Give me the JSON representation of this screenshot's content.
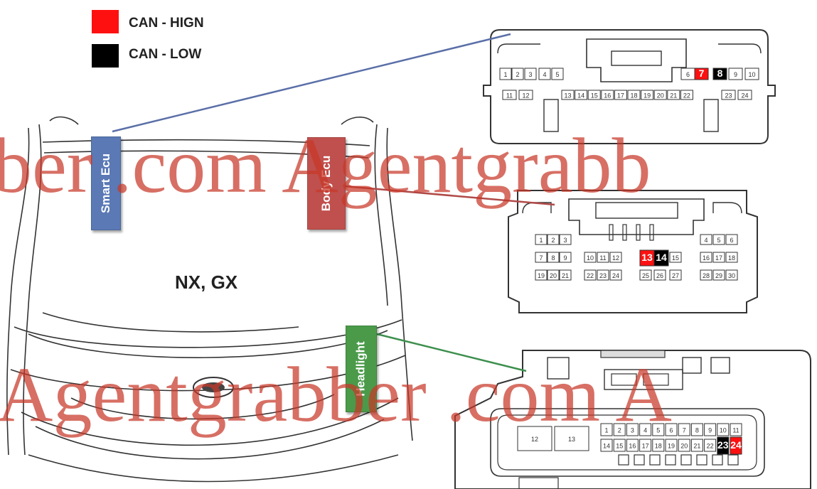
{
  "legend": {
    "high": {
      "label": "CAN - HIGN",
      "color": "#ff1010"
    },
    "low": {
      "label": "CAN - LOW",
      "color": "#000000"
    }
  },
  "model_label": "NX, GX",
  "ecus": {
    "smart": {
      "label": "Smart Ecu",
      "color": "#5a79b5",
      "line_color": "#5a6fa8"
    },
    "body": {
      "label": "Body Ecu",
      "color": "#c0504d",
      "line_color": "#b04a48"
    },
    "headlight": {
      "label": "Headlight",
      "color": "#4a9a4a",
      "line_color": "#3d8f4d"
    }
  },
  "connectors": {
    "smart": {
      "pins": [
        "1",
        "2",
        "3",
        "4",
        "5",
        "6",
        "7",
        "8",
        "9",
        "10",
        "11",
        "12",
        "13",
        "14",
        "15",
        "16",
        "17",
        "18",
        "19",
        "20",
        "21",
        "22",
        "23",
        "24"
      ],
      "can_high": "7",
      "can_low": "8"
    },
    "body": {
      "pins": [
        "1",
        "2",
        "3",
        "4",
        "5",
        "6",
        "7",
        "8",
        "9",
        "10",
        "11",
        "12",
        "13",
        "14",
        "15",
        "16",
        "17",
        "18",
        "19",
        "20",
        "21",
        "22",
        "23",
        "24",
        "25",
        "26",
        "27",
        "28",
        "29",
        "30"
      ],
      "can_high": "13",
      "can_low": "14"
    },
    "headlight": {
      "pins": [
        "1",
        "2",
        "3",
        "4",
        "5",
        "6",
        "7",
        "8",
        "9",
        "10",
        "11",
        "12",
        "13",
        "14",
        "15",
        "16",
        "17",
        "18",
        "19",
        "20",
        "21",
        "22",
        "23",
        "24"
      ],
      "can_high": "24",
      "can_low": "23"
    }
  },
  "watermarks": {
    "line1": "ber .com    Agentgrabb",
    "line2": "Agentgrabber .com     A"
  }
}
